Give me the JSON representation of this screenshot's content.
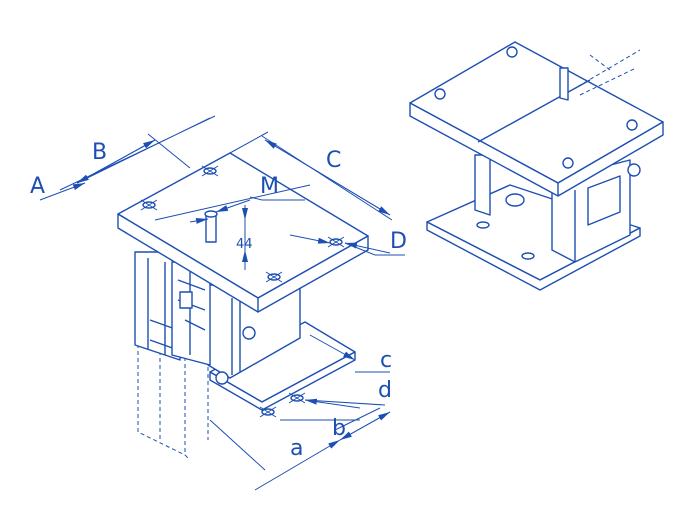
{
  "labels": {
    "A": "A",
    "B": "B",
    "C_upper": "C",
    "M": "M",
    "dim_44": "44",
    "D": "D",
    "c_lower": "c",
    "d_lower": "d",
    "a_lower": "a",
    "b_lower": "b"
  },
  "colors": {
    "line": "#1d4fb3",
    "background": "#ffffff"
  }
}
